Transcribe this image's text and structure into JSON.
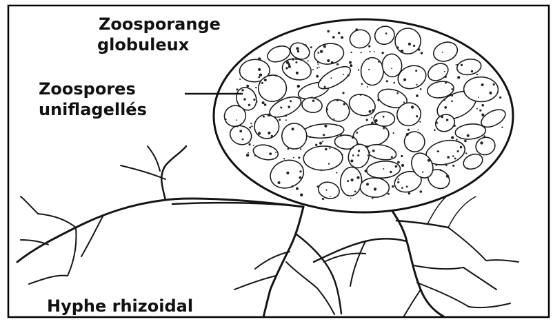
{
  "labels": {
    "zoosporange_line1": "Zoosporange",
    "zoosporange_line2": "globuleux",
    "zoospores_line1": "Zoospores",
    "zoospores_line2": "uniflagellés",
    "hyphe": "Hyphe rhizoidal"
  },
  "colors": {
    "ink": "#111111",
    "background": "#ffffff",
    "frame": "#000000"
  }
}
